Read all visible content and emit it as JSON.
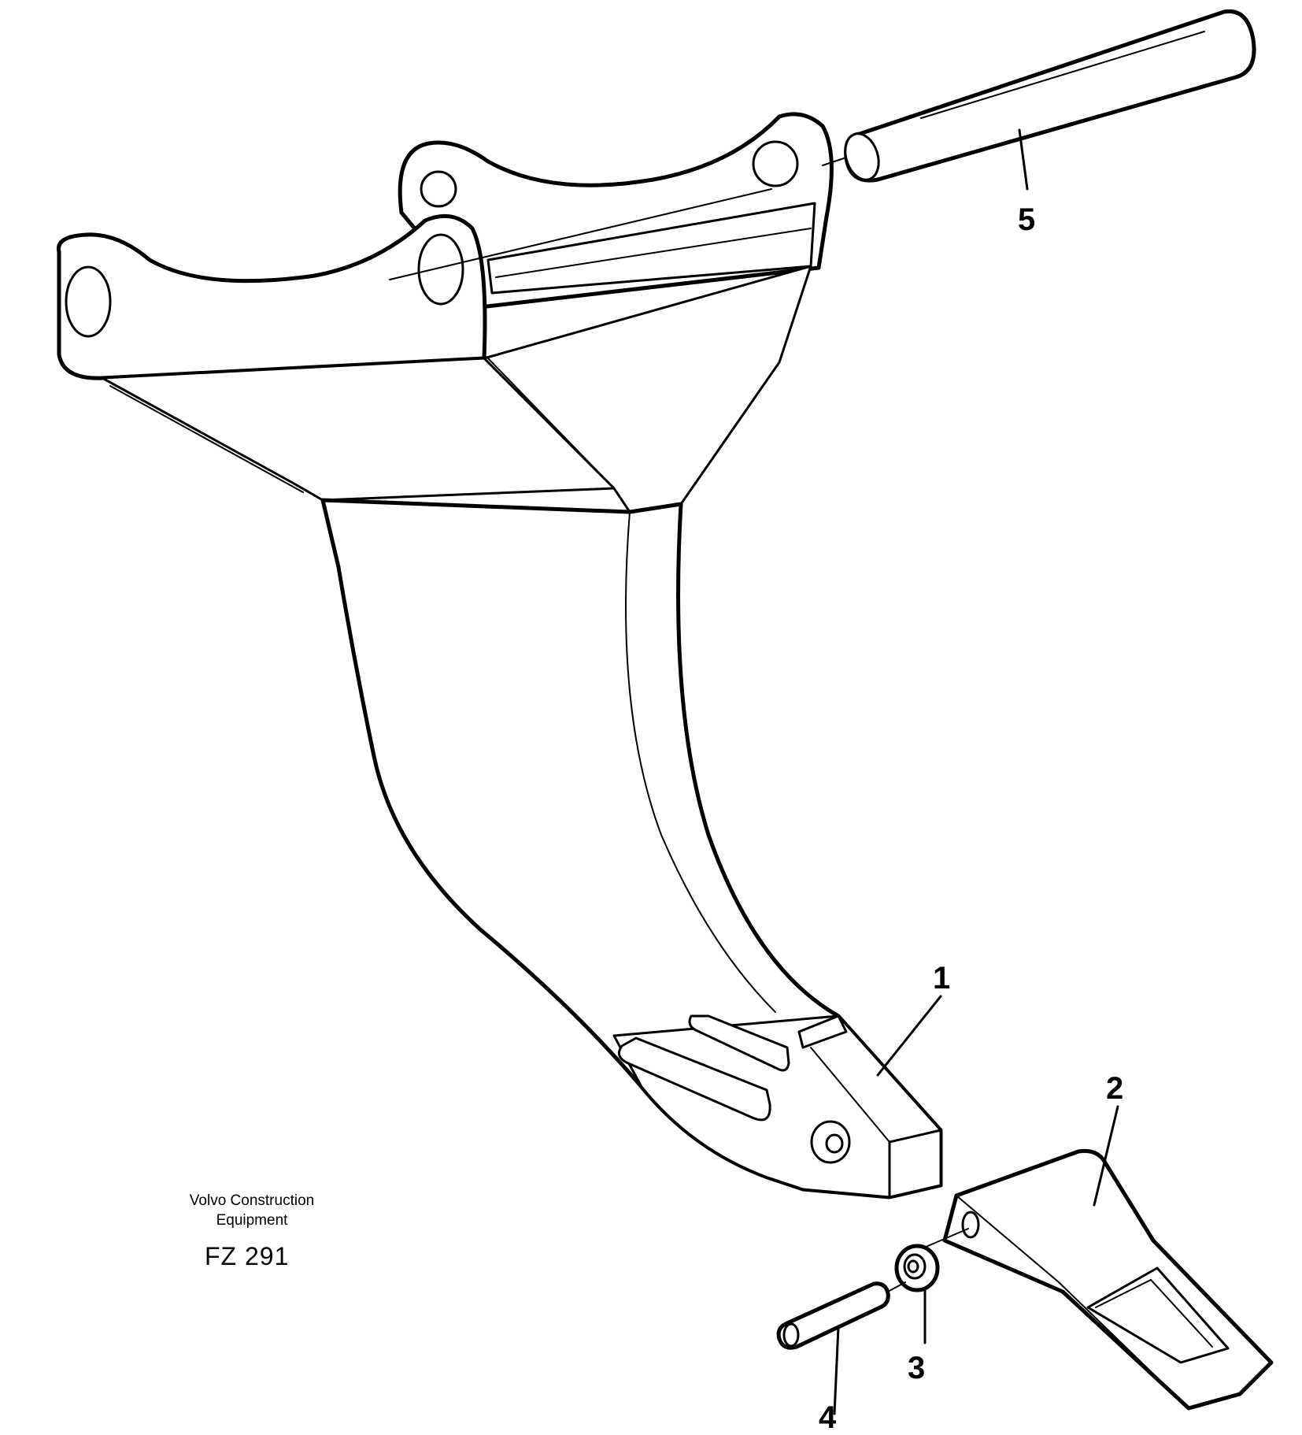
{
  "diagram": {
    "callouts": [
      {
        "id": "part-1",
        "label": "1"
      },
      {
        "id": "part-2",
        "label": "2"
      },
      {
        "id": "part-3",
        "label": "3"
      },
      {
        "id": "part-4",
        "label": "4"
      },
      {
        "id": "part-5",
        "label": "5"
      }
    ],
    "credit_line_1": "Volvo Construction",
    "credit_line_2": "Equipment",
    "drawing_code": "FZ 291"
  }
}
